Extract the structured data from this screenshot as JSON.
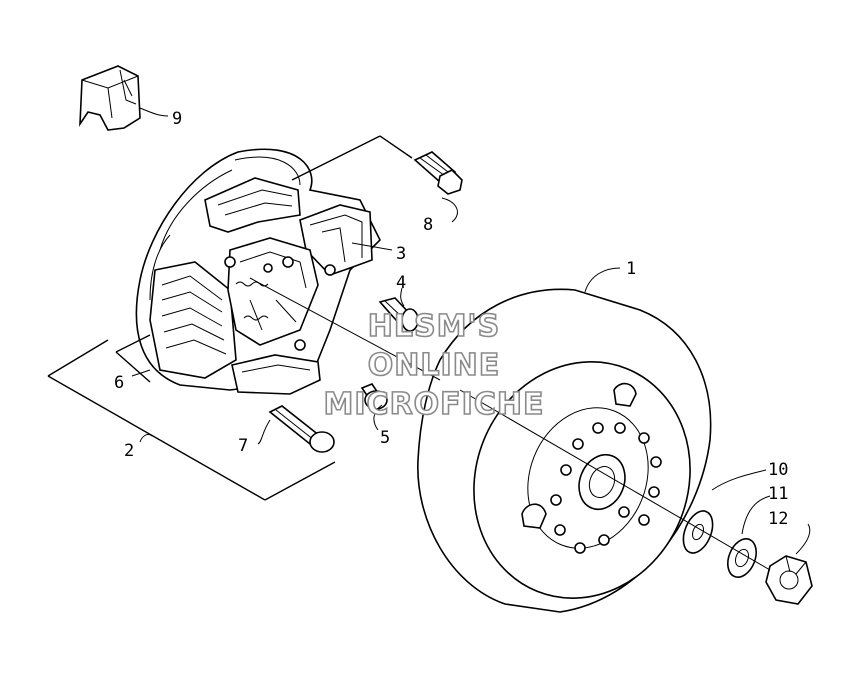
{
  "callouts": [
    {
      "id": "c1",
      "label": "1"
    },
    {
      "id": "c2",
      "label": "2"
    },
    {
      "id": "c3",
      "label": "3"
    },
    {
      "id": "c4",
      "label": "4"
    },
    {
      "id": "c5",
      "label": "5"
    },
    {
      "id": "c6",
      "label": "6"
    },
    {
      "id": "c7",
      "label": "7"
    },
    {
      "id": "c8",
      "label": "8"
    },
    {
      "id": "c9",
      "label": "9"
    },
    {
      "id": "c10",
      "label": "10"
    },
    {
      "id": "c11",
      "label": "11"
    },
    {
      "id": "c12",
      "label": "12"
    }
  ],
  "watermark": {
    "line1": "HLSM'S",
    "line2": "ONLINE",
    "line3": "MICROFICHE"
  }
}
